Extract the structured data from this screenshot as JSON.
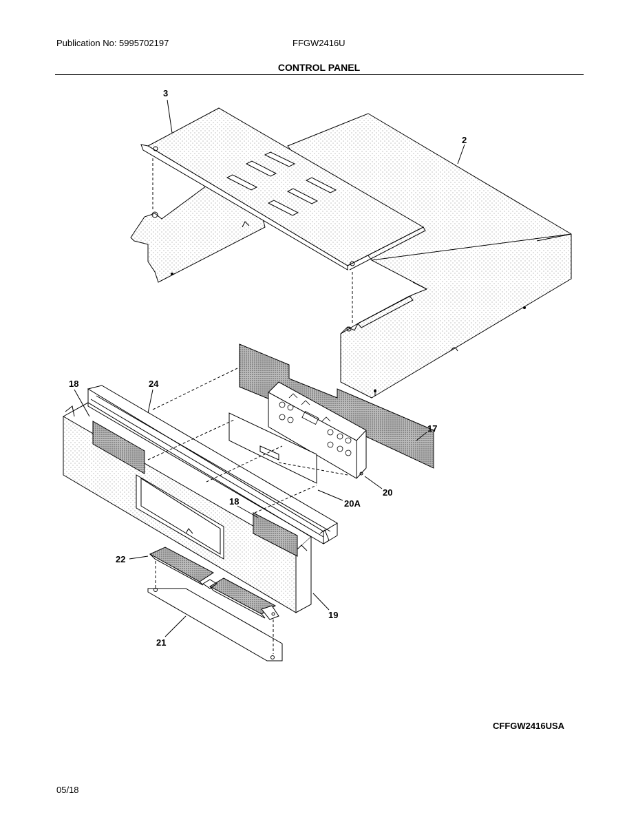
{
  "header": {
    "publication": "Publication No: 5995702197",
    "model": "FFGW2416U",
    "section_title": "CONTROL PANEL"
  },
  "callouts": [
    {
      "id": "c3",
      "label": "3"
    },
    {
      "id": "c2",
      "label": "2"
    },
    {
      "id": "c18a",
      "label": "18"
    },
    {
      "id": "c24",
      "label": "24"
    },
    {
      "id": "c17",
      "label": "17"
    },
    {
      "id": "c20",
      "label": "20"
    },
    {
      "id": "c20a",
      "label": "20A"
    },
    {
      "id": "c18b",
      "label": "18"
    },
    {
      "id": "c22",
      "label": "22"
    },
    {
      "id": "c19",
      "label": "19"
    },
    {
      "id": "c21",
      "label": "21"
    }
  ],
  "figure_id": "CFFGW2416USA",
  "footer": {
    "date": "05/18"
  }
}
